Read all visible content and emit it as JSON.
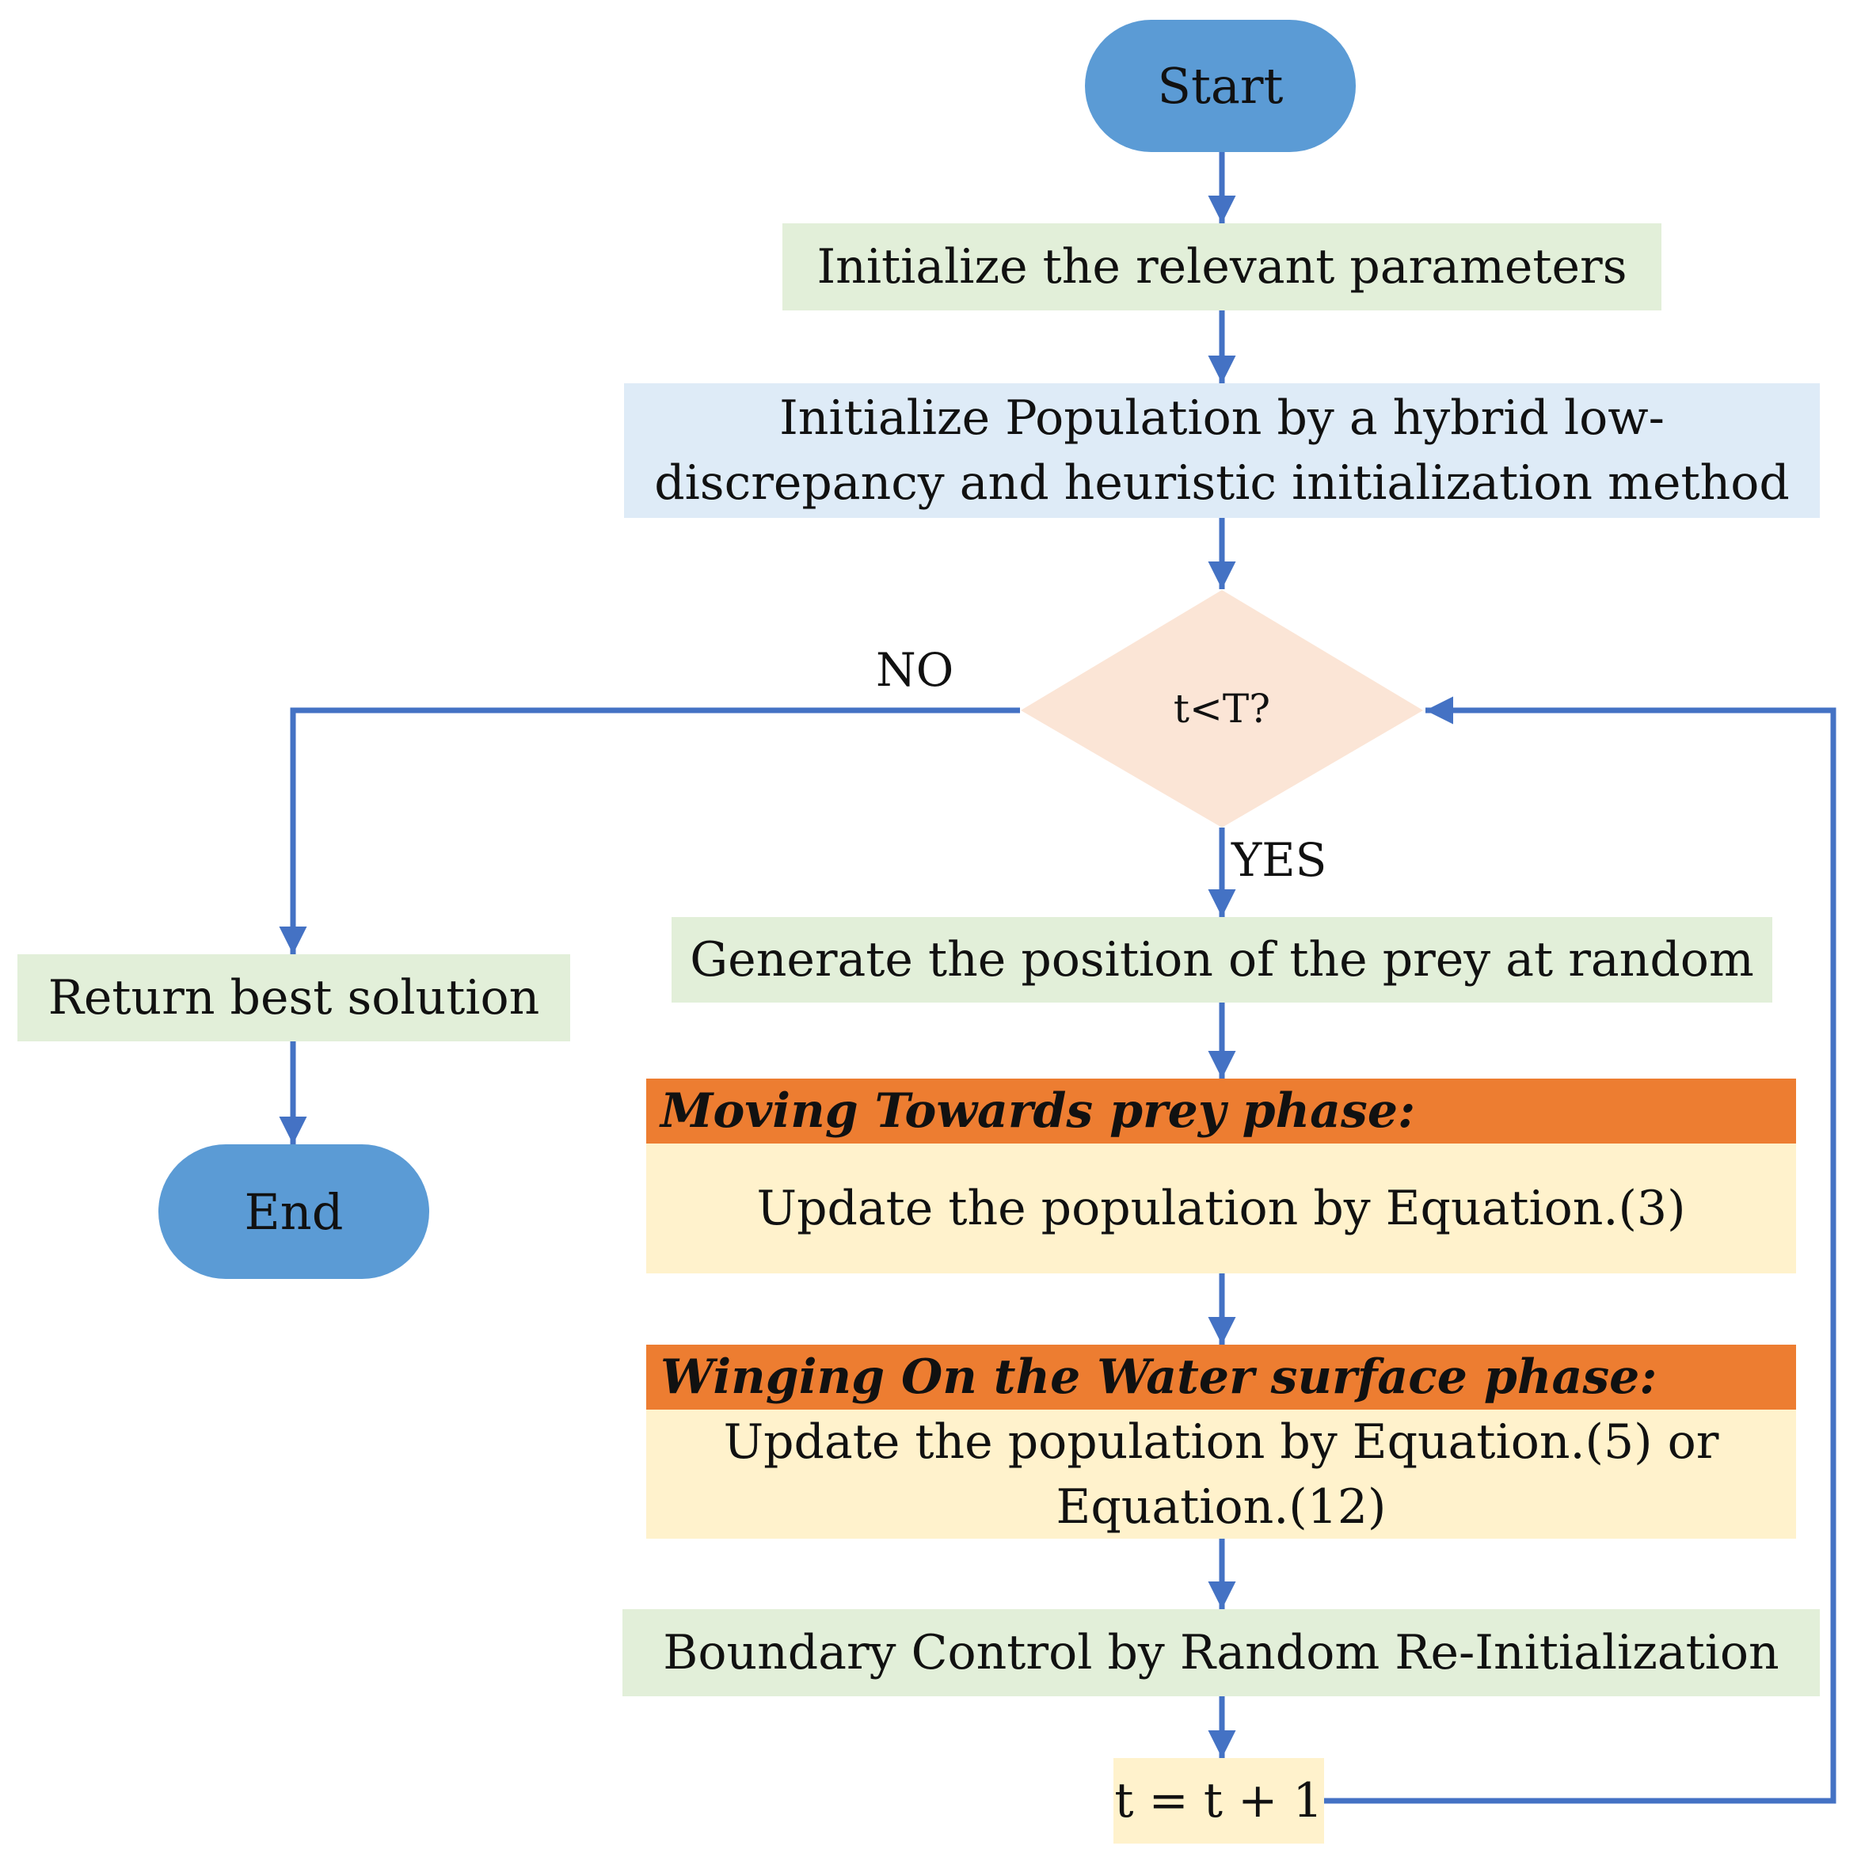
{
  "nodes": {
    "start": "Start",
    "init_params": "Initialize the relevant parameters",
    "init_population": "Initialize Population by a hybrid low-discrepancy and heuristic initialization method",
    "init_population_line1": "Initialize Population by a hybrid low-",
    "init_population_line2": "discrepancy and heuristic initialization method",
    "decision": "t<T?",
    "generate_prey": "Generate the position of the prey at random",
    "phase1_header": "Moving Towards prey phase:",
    "phase1_body": "Update the population by Equation.(3)",
    "phase2_header": "Winging On the Water surface phase:",
    "phase2_line1": "Update the population by Equation.(5) or",
    "phase2_line2": "Equation.(12)",
    "boundary": "Boundary Control by Random Re-Initialization",
    "increment": "t = t + 1",
    "return_best": "Return best solution",
    "end": "End"
  },
  "labels": {
    "no": "NO",
    "yes": "YES"
  },
  "colors": {
    "terminal": "#5b9bd5",
    "process_green": "#e2efd9",
    "process_blue": "#deebf7",
    "process_cream": "#fff2cc",
    "phase_header": "#ed7d31",
    "decision": "#fbe5d6",
    "connector": "#4472c4"
  }
}
